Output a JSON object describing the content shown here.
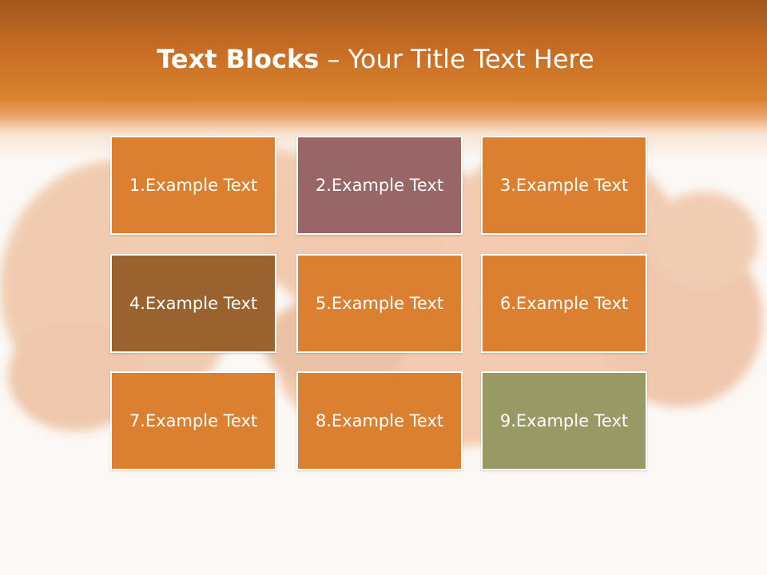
{
  "title": {
    "bold": "Text Blocks",
    "dash": " – ",
    "rest": "Your Title Text Here"
  },
  "blocks": [
    {
      "label": "1.Example Text",
      "color": "#db8031"
    },
    {
      "label": "2.Example Text",
      "color": "#986666"
    },
    {
      "label": "3.Example Text",
      "color": "#db8031"
    },
    {
      "label": "4.Example Text",
      "color": "#99622e"
    },
    {
      "label": "5.Example Text",
      "color": "#db8031"
    },
    {
      "label": "6.Example Text",
      "color": "#db8031"
    },
    {
      "label": "7.Example Text",
      "color": "#db8031"
    },
    {
      "label": "8.Example Text",
      "color": "#db8031"
    },
    {
      "label": "9.Example Text",
      "color": "#999966"
    }
  ],
  "theme": {
    "header_color": "#d17b2c",
    "background_color": "#fcf8f5"
  }
}
